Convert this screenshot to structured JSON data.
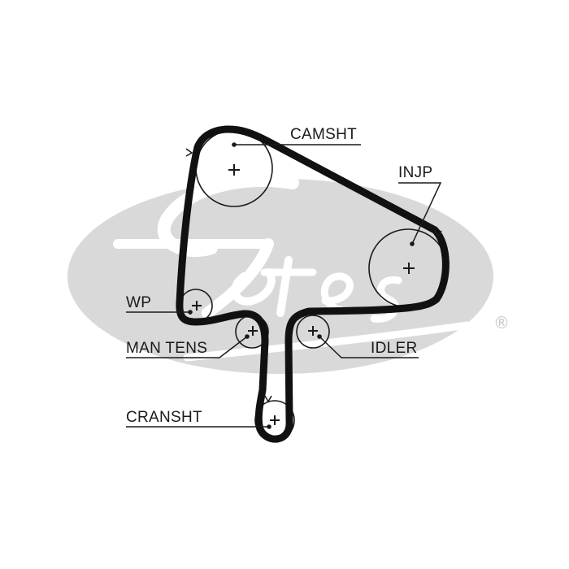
{
  "brand": {
    "watermark": "Gates",
    "registered_mark": "®"
  },
  "labels": {
    "camshaft": "CAMSHT",
    "injection_pump": "INJP",
    "water_pump": "WP",
    "manual_tensioner": "MAN TENS",
    "idler": "IDLER",
    "crankshaft": "CRANSHT"
  },
  "colors": {
    "belt": "#111111",
    "watermark": "#d9d9d9",
    "pulley_line": "#1a1a1a"
  }
}
